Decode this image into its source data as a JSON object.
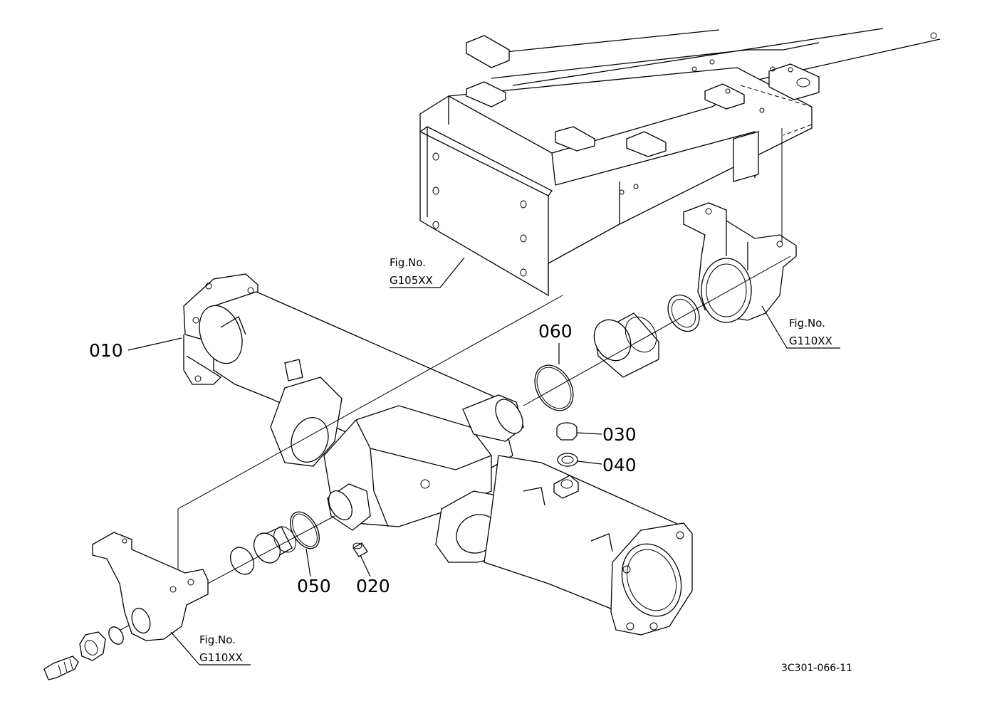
{
  "drawing": {
    "doc_number": "3C301-066-11"
  },
  "callouts": {
    "p010": "010",
    "p020": "020",
    "p030": "030",
    "p040": "040",
    "p050": "050",
    "p060": "060"
  },
  "fig_refs": {
    "frame": {
      "label": "Fig.No.",
      "code": "G105XX"
    },
    "bracket_right": {
      "label": "Fig.No.",
      "code": "G110XX"
    },
    "bracket_left": {
      "label": "Fig.No.",
      "code": "G110XX"
    }
  },
  "colors": {
    "line": "#000000",
    "background": "#ffffff"
  }
}
